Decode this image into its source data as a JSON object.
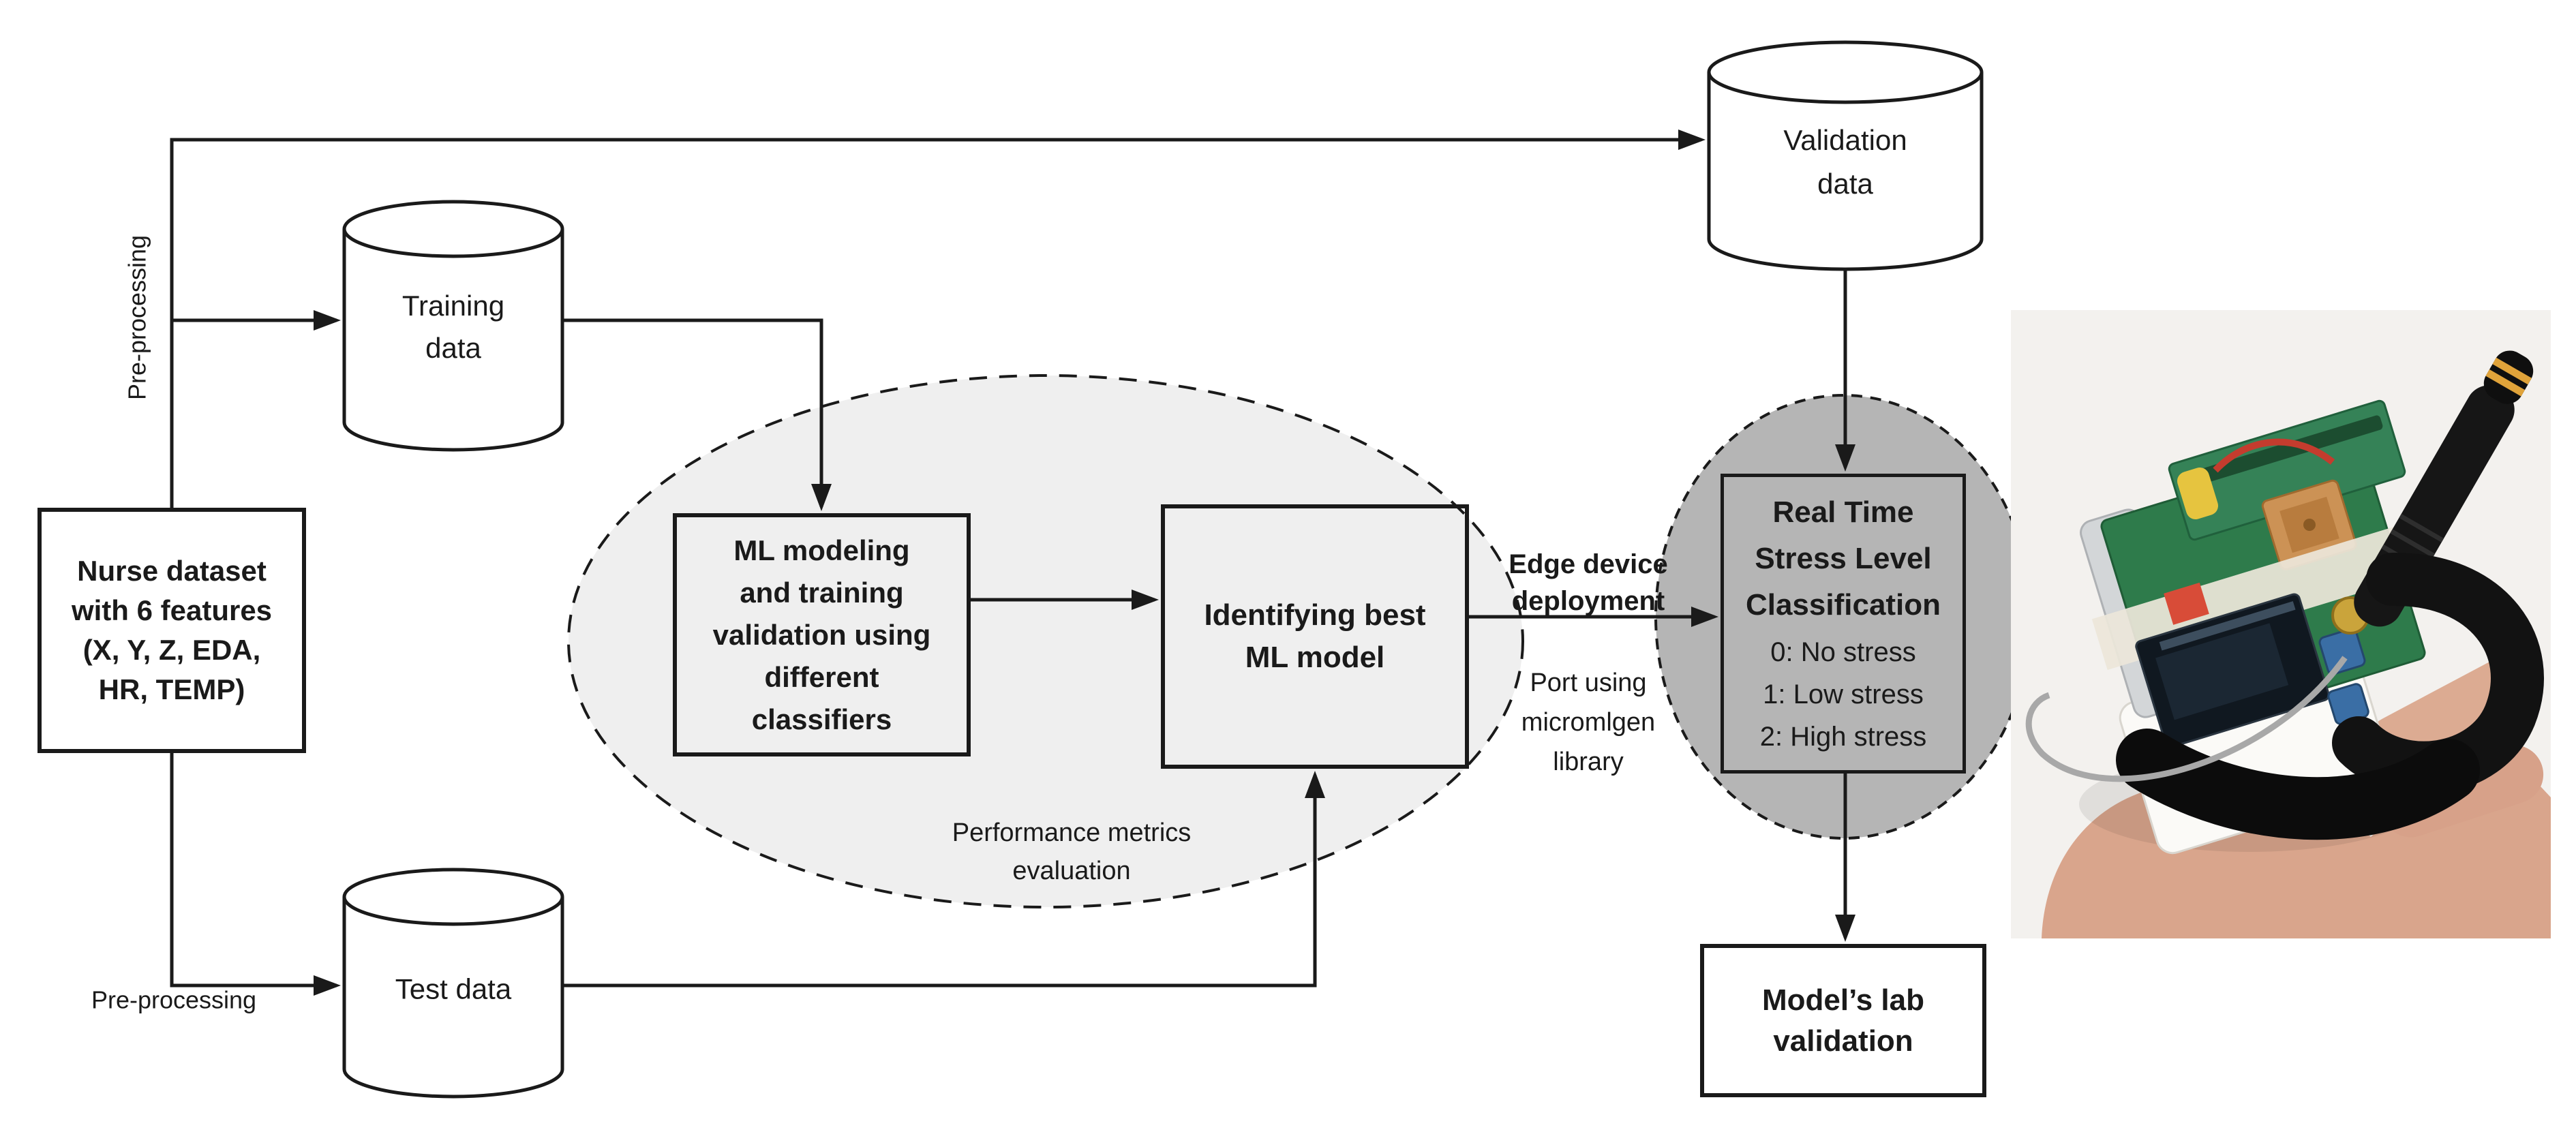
{
  "flowchart": {
    "nurse_box": {
      "label": "Nurse dataset\nwith 6 features\n(X, Y, Z, EDA,\nHR, TEMP)"
    },
    "preprocessing_top": {
      "label": "Pre-processing"
    },
    "preprocessing_bottom": {
      "label": "Pre-processing"
    },
    "training_db": {
      "label": "Training\ndata"
    },
    "test_db": {
      "label": "Test data"
    },
    "validation_db": {
      "label": "Validation\ndata"
    },
    "ml_modeling_box": {
      "label": "ML modeling\nand training\nvalidation using\ndifferent\nclassifiers"
    },
    "identify_best_box": {
      "label": "Identifying best\nML model"
    },
    "performance_note": {
      "label": "Performance metrics\nevaluation"
    },
    "edge_deployment_note": {
      "label": "Edge device\ndeployment"
    },
    "port_note": {
      "label": "Port using\nmicromlgen\nlibrary"
    },
    "classification_box": {
      "title": "Real Time\nStress Level\nClassification",
      "levels": "0: No stress\n1: Low stress\n2: High stress"
    },
    "model_lab_box": {
      "label": "Model’s lab\nvalidation"
    },
    "colors": {
      "canvas": "#FFFFFF",
      "ellipse_fill": "#EFEFEF",
      "circle_fill": "#B5B5B5",
      "line": "#1A1A1A",
      "photo_background": "#F3F1EE",
      "pcb_green": "#2E7B4B",
      "gps_copper": "#CC9255",
      "strap_black": "#111111"
    }
  }
}
